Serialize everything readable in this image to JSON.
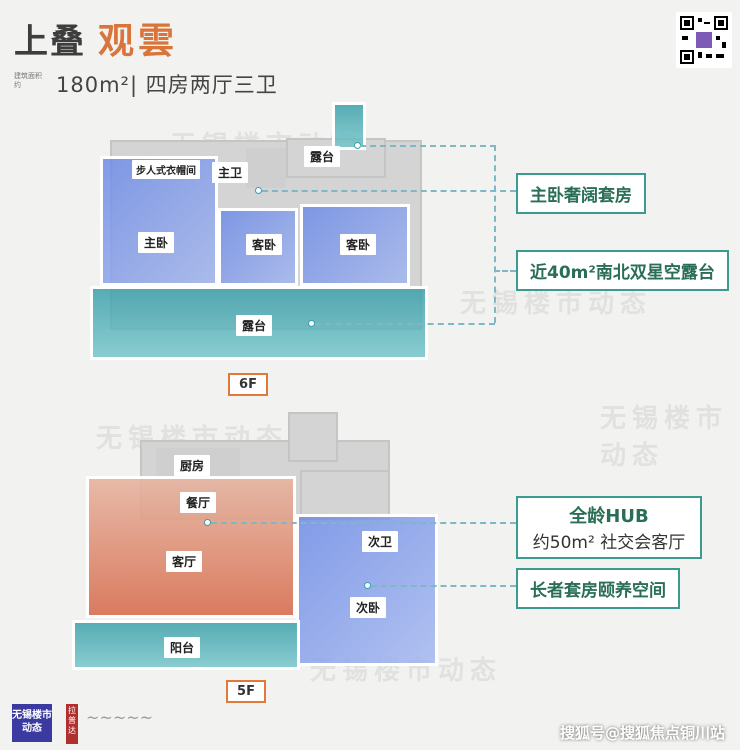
{
  "header": {
    "title_prefix": "上叠",
    "title_name": "观雲",
    "area_small_label": "建筑面积约",
    "area_text": "180m²| 四房两厅三卫"
  },
  "watermark": "无锡楼市动态",
  "floor_6f": {
    "tag": "6F",
    "rooms": {
      "walk_in_closet": "步人式衣帽间",
      "master_bath": "主卫",
      "terrace_north": "露台",
      "master_bedroom": "主卧",
      "guest_bedroom_1": "客卧",
      "guest_bedroom_2": "客卧",
      "terrace_south": "露台"
    }
  },
  "floor_5f": {
    "tag": "5F",
    "rooms": {
      "kitchen": "厨房",
      "dining": "餐厅",
      "living": "客厅",
      "second_bath": "次卫",
      "second_bedroom": "次卧",
      "balcony": "阳台"
    }
  },
  "callouts": {
    "master_suite": "主卧奢阔套房",
    "terraces": "近40m²南北双星空露台",
    "hub_title": "全龄HUB",
    "hub_sub": "约50m² 社交会客厅",
    "elder_suite": "长者套房颐养空间"
  },
  "footer": {
    "logo_text": "无锡楼市动态",
    "logo_red_text": "拉普达",
    "source_text": "搜狐号@搜狐焦点铜川站"
  },
  "colors": {
    "accent_orange": "#d9753a",
    "callout_green": "#2a6f55",
    "room_blue": "#7d95e3",
    "room_teal": "#4fb0b8",
    "room_orange": "#d97a5a"
  }
}
